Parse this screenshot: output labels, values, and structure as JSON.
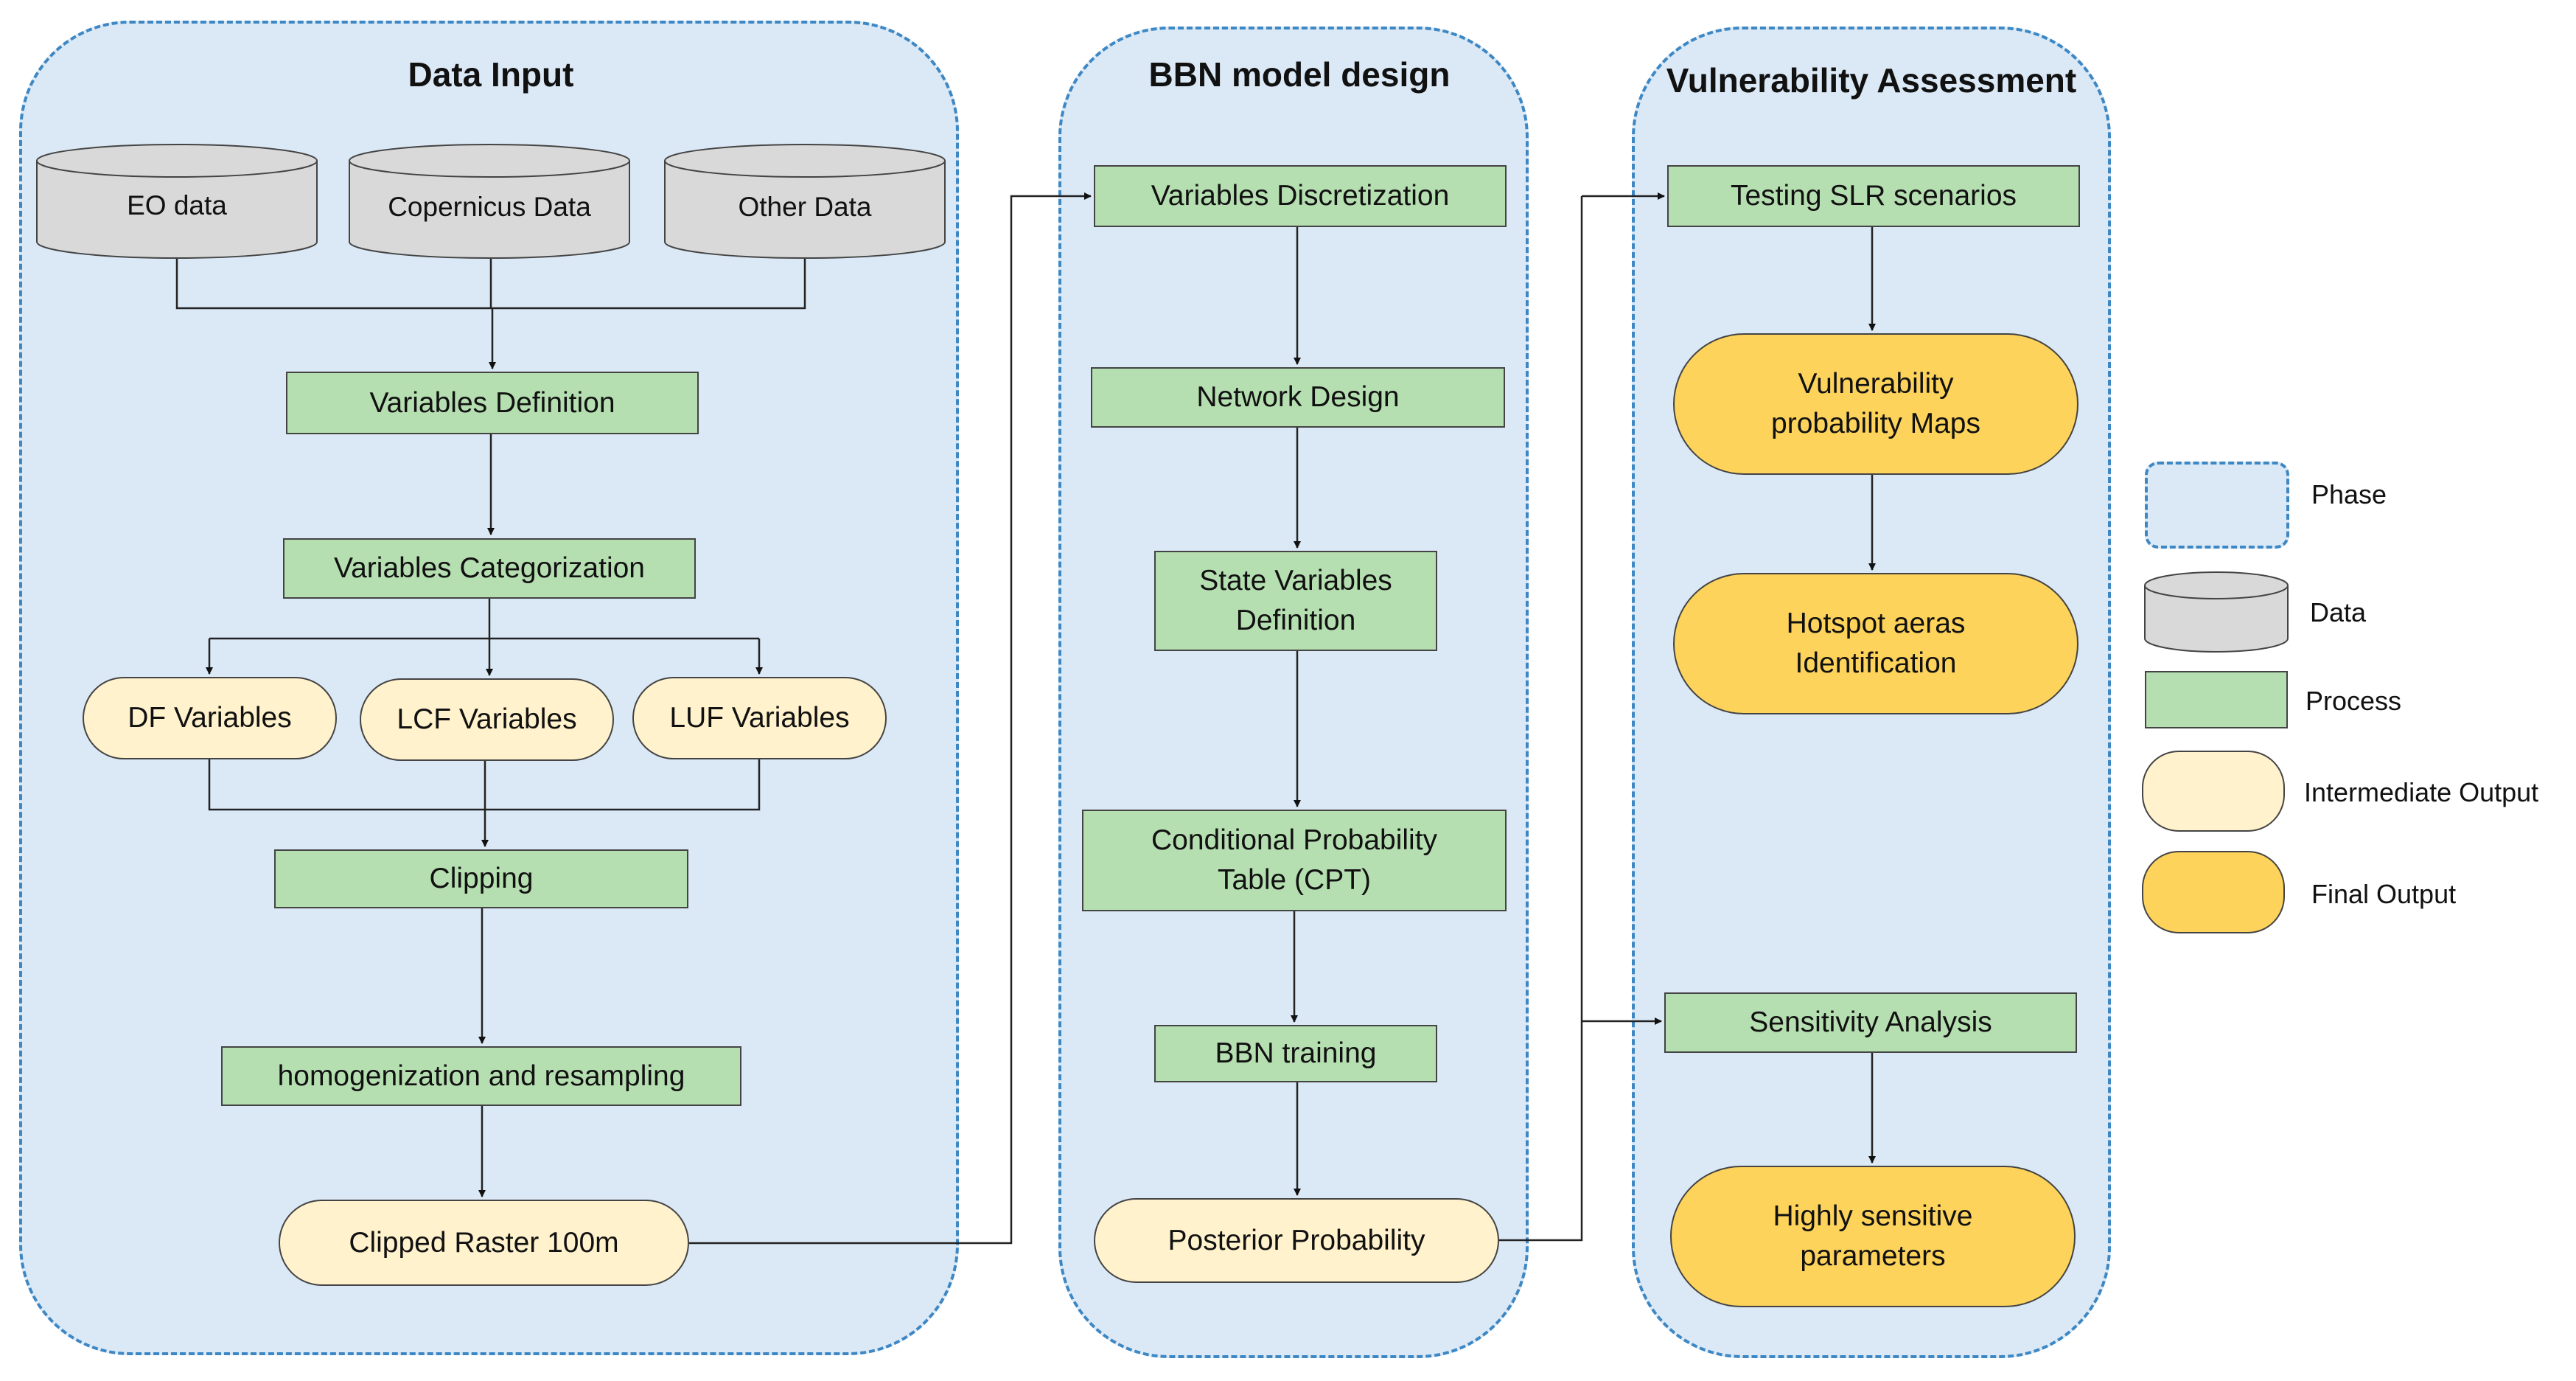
{
  "phases": {
    "data_input": "Data Input",
    "bbn_design": "BBN model design",
    "vulnerability": "Vulnerability Assessment"
  },
  "data_sources": {
    "eo": "EO data",
    "copernicus": "Copernicus Data",
    "other": "Other Data"
  },
  "processes": {
    "variables_definition": "Variables Definition",
    "variables_categorization": "Variables Categorization",
    "clipping": "Clipping",
    "homogenization": "homogenization and resampling",
    "variables_discretization": "Variables Discretization",
    "network_design": "Network Design",
    "state_variables_line1": "State Variables",
    "state_variables_line2": "Definition",
    "cpt_line1": "Conditional Probability",
    "cpt_line2": "Table (CPT)",
    "bbn_training": "BBN training",
    "testing_slr": "Testing SLR scenarios",
    "sensitivity_analysis": "Sensitivity Analysis"
  },
  "intermediate_outputs": {
    "df_variables": "DF Variables",
    "lcf_variables": "LCF Variables",
    "luf_variables": "LUF Variables",
    "clipped_raster": "Clipped Raster 100m",
    "posterior_probability": "Posterior Probability"
  },
  "final_outputs": {
    "vuln_maps_line1": "Vulnerability",
    "vuln_maps_line2": "probability Maps",
    "hotspot_line1": "Hotspot aeras",
    "hotspot_line2": "Identification",
    "highly_line1": "Highly sensitive",
    "highly_line2": "parameters"
  },
  "legend": {
    "phase": "Phase",
    "data": "Data",
    "process": "Process",
    "intermediate_output": "Intermediate Output",
    "final_output": "Final Output"
  },
  "colors": {
    "phase_fill": "#dbe9f6",
    "phase_border": "#3d87c4",
    "data_fill": "#d9d9d9",
    "process_fill": "#b6dfb1",
    "intermediate_fill": "#fff2cc",
    "final_fill": "#fdd35c"
  }
}
